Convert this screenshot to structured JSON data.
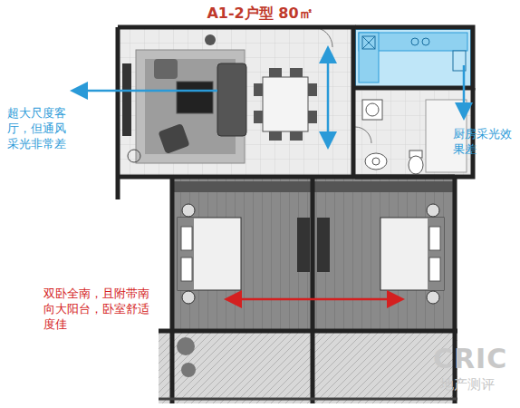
{
  "diagram": {
    "title": "A1-2户型 80㎡",
    "labels": [
      "超大尺度客厅，但通风采光非常差",
      "厨房采光效果差",
      "双卧全南，且附带南向大阳台，卧室舒适度佳",
      "CRIC",
      "地产测评"
    ]
  }
}
